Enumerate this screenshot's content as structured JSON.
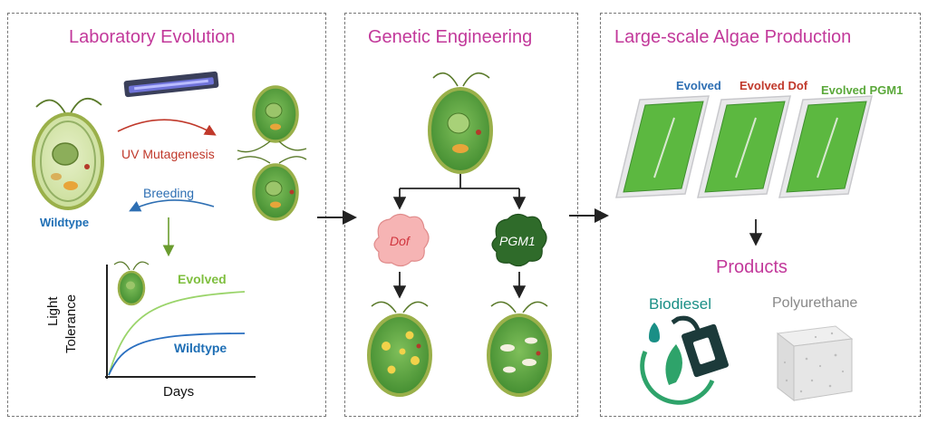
{
  "panels": {
    "lab": {
      "title": "Laboratory Evolution",
      "uv_mutagenesis": "UV Mutagenesis",
      "breeding": "Breeding",
      "wildtype": "Wildtype",
      "chart": {
        "ylabel_line1": "Light",
        "ylabel_line2": "Tolerance",
        "xlabel": "Days",
        "evolved": "Evolved",
        "wildtype": "Wildtype"
      }
    },
    "genetic": {
      "title": "Genetic Engineering",
      "dof": "Dof",
      "pgm1": "PGM1"
    },
    "production": {
      "title": "Large-scale Algae Production",
      "evolved": "Evolved",
      "evolved_dof": "Evolved Dof",
      "evolved_pgm1": "Evolved PGM1",
      "products": "Products",
      "biodiesel": "Biodiesel",
      "polyurethane": "Polyurethane"
    }
  },
  "colors": {
    "title": "#c2389a",
    "uv_red": "#c0392b",
    "breeding_blue": "#2e6fb3",
    "wildtype_blue": "#1f6fb5",
    "evolved_green": "#7fbf3f",
    "dof_red": "#d0343d",
    "pgm1_green": "#4f9a35",
    "biodiesel_teal": "#1a8f86",
    "poly_gray": "#888888"
  }
}
